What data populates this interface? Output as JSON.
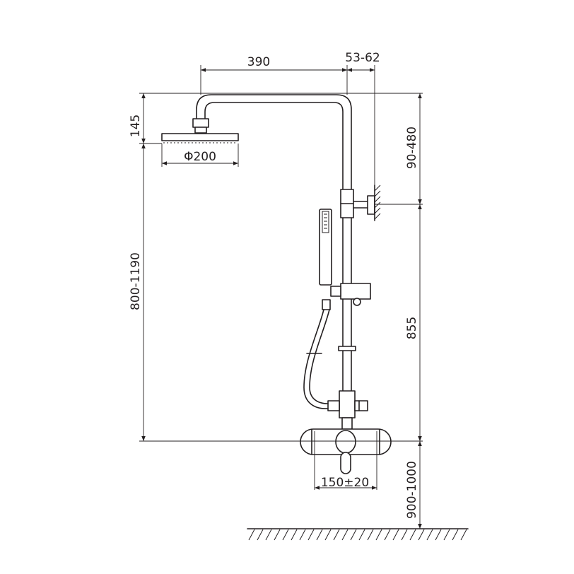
{
  "drawing": {
    "colors": {
      "line": "#231f20",
      "background": "#ffffff"
    },
    "dimensions": {
      "arm_reach": "390",
      "wall_offset": "53-62",
      "head_drop": "145",
      "bracket_range": "90-480",
      "head_diameter": "Φ200",
      "head_height": "800-1190",
      "riser_length": "855",
      "inlet_centers": "150±20",
      "mixer_height": "900-1000"
    }
  }
}
